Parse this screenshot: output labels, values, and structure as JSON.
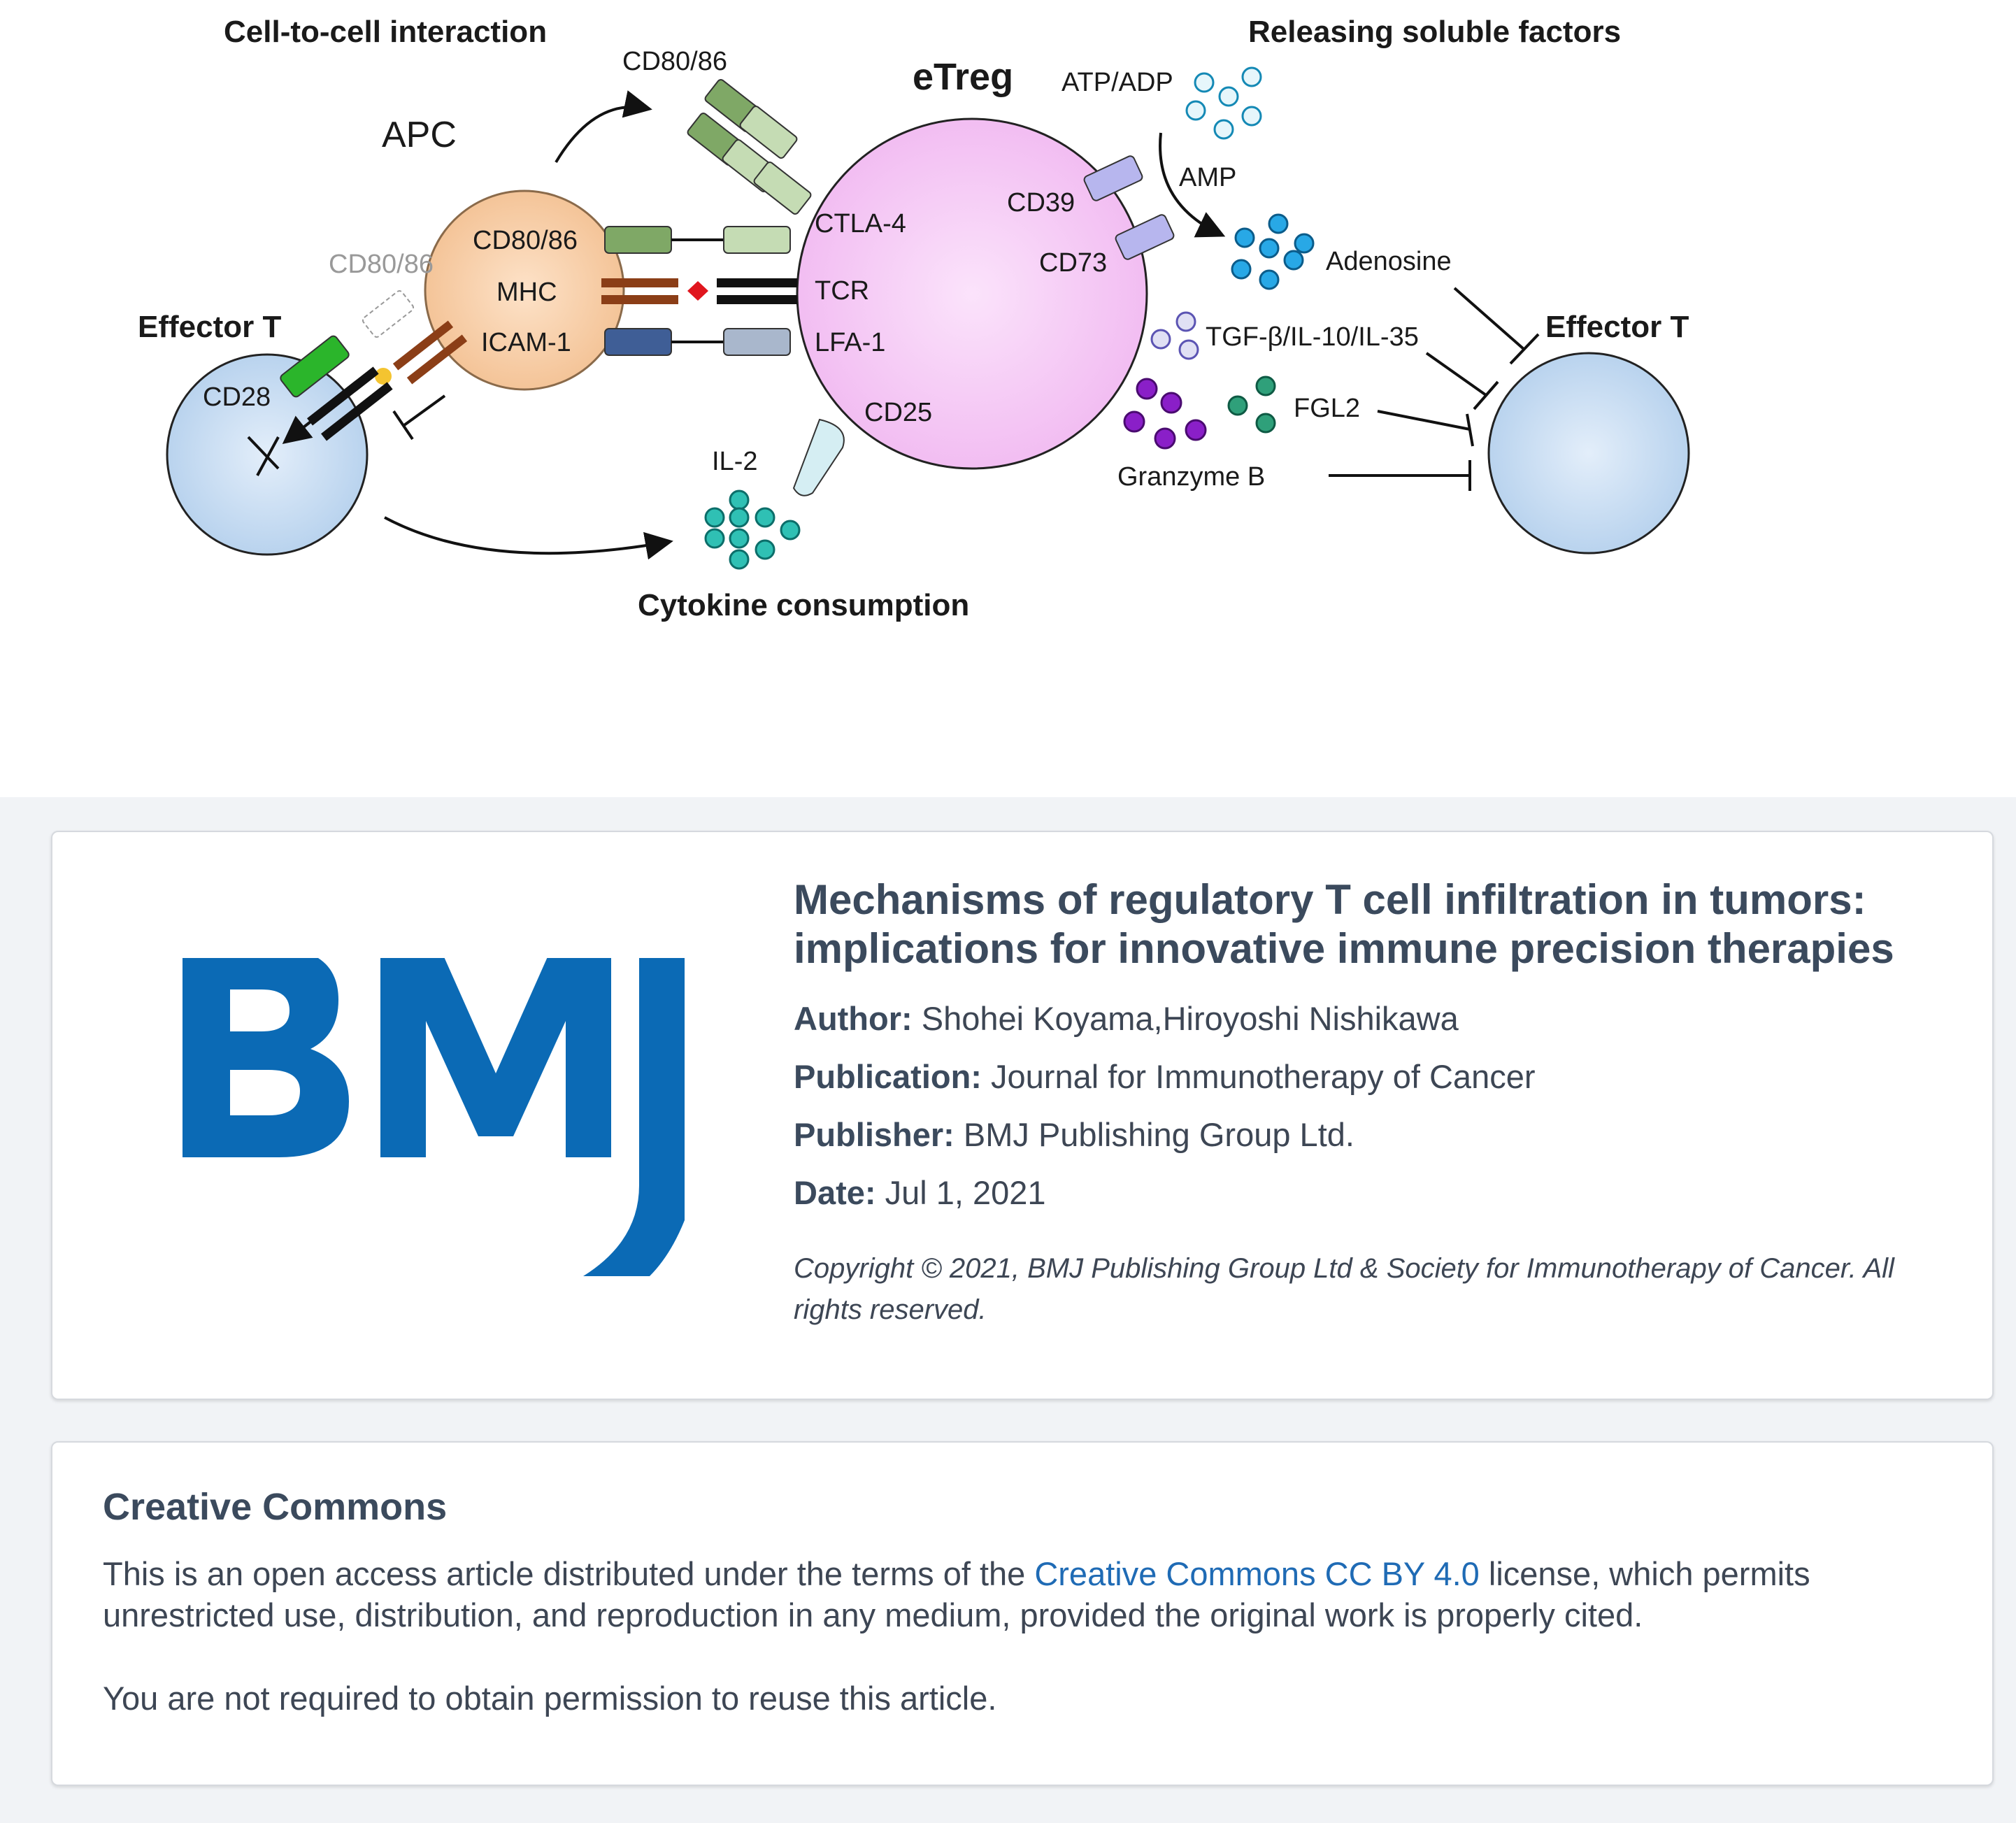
{
  "figure": {
    "headings": {
      "cell_to_cell": "Cell-to-cell interaction",
      "releasing_soluble": "Releasing soluble factors",
      "cytokine_consumption": "Cytokine consumption"
    },
    "cells": {
      "apc": "APC",
      "etreg": "eTreg",
      "effector_left": "Effector T",
      "effector_right": "Effector T"
    },
    "apc_molecules": [
      "CD80/86",
      "MHC",
      "ICAM-1"
    ],
    "treg_receptors": [
      "CTLA-4",
      "TCR",
      "LFA-1"
    ],
    "labels": {
      "cd80_86_top": "CD80/86",
      "cd80_86_faded": "CD80/86",
      "cd28": "CD28",
      "cd39": "CD39",
      "cd73": "CD73",
      "cd25": "CD25",
      "il2": "IL-2",
      "atp_adp": "ATP/ADP",
      "amp": "AMP",
      "adenosine": "Adenosine",
      "tgf": "TGF-β/IL-10/IL-35",
      "fgl2": "FGL2",
      "granzyme_b": "Granzyme B"
    }
  },
  "article": {
    "publisher_logo": "BMJ",
    "title": "Mechanisms of regulatory T cell infiltration in tumors: implications for innovative immune precision therapies",
    "author_label": "Author:",
    "author": "Shohei Koyama,Hiroyoshi Nishikawa",
    "publication_label": "Publication:",
    "publication": "Journal for Immunotherapy of Cancer",
    "publisher_label": "Publisher:",
    "publisher": "BMJ Publishing Group Ltd.",
    "date_label": "Date:",
    "date": "Jul 1, 2021",
    "copyright": "Copyright © 2021, BMJ Publishing Group Ltd & Society for Immunotherapy of Cancer. All rights reserved."
  },
  "license": {
    "heading": "Creative Commons",
    "text_before_link": "This is an open access article distributed under the terms of the ",
    "link_text": "Creative Commons CC BY 4.0",
    "text_after_link": " license, which permits unrestricted use, distribution, and reproduction in any medium, provided the original work is properly cited.",
    "no_permission": "You are not required to obtain permission to reuse this article."
  },
  "colors": {
    "page_background": "#f1f3f6",
    "brand_blue": "#0b6ab5",
    "link_blue": "#1f6bb5",
    "etreg_fill": "#f5c8f5",
    "apc_fill": "#f7cba4",
    "effector_fill": "#c6dcf2"
  }
}
